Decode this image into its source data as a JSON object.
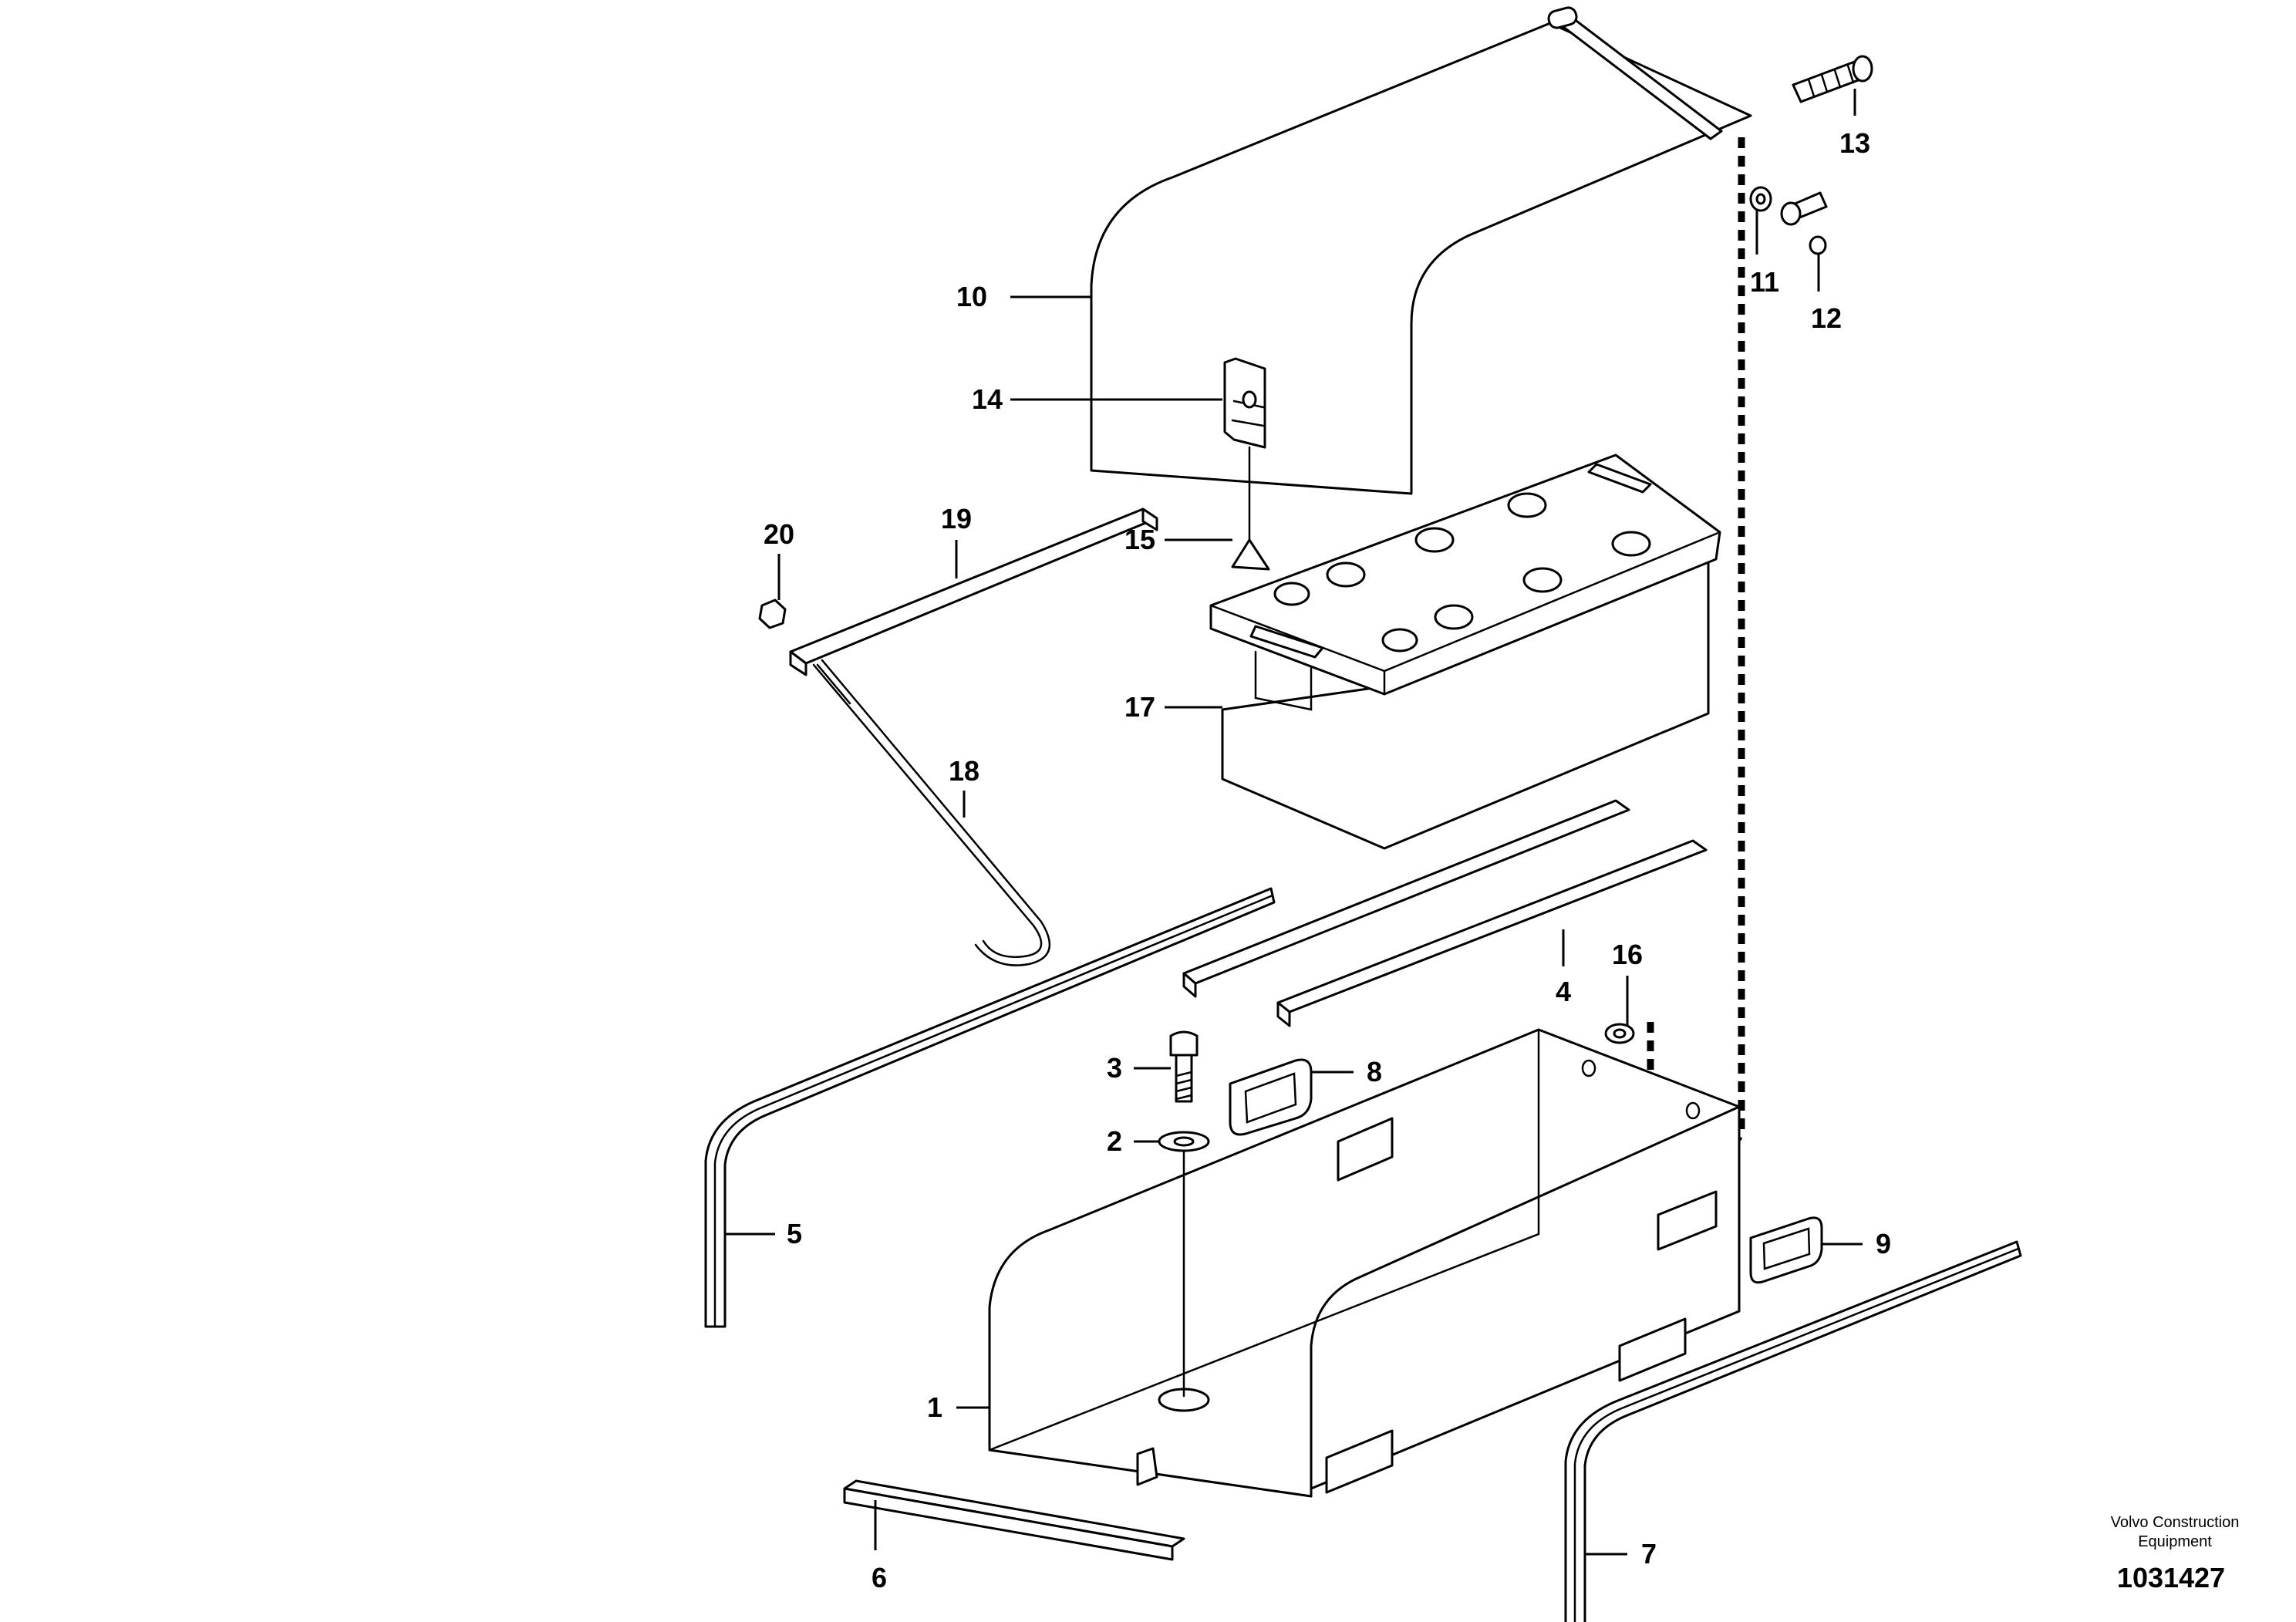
{
  "callouts": {
    "c1": "1",
    "c2": "2",
    "c3": "3",
    "c4": "4",
    "c5": "5",
    "c6": "6",
    "c7": "7",
    "c8": "8",
    "c9": "9",
    "c10": "10",
    "c11": "11",
    "c12": "12",
    "c13": "13",
    "c14": "14",
    "c15": "15",
    "c16": "16",
    "c17": "17",
    "c18": "18",
    "c19": "19",
    "c20": "20"
  },
  "footer": {
    "brand_line1": "Volvo Construction",
    "brand_line2": "Equipment",
    "doc_number": "1031427"
  },
  "colors": {
    "line": "#000000",
    "background": "#ffffff"
  }
}
